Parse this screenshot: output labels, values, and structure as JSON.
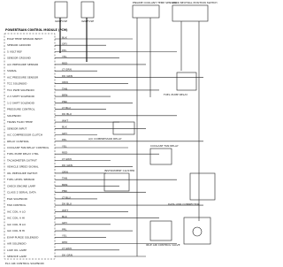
{
  "diagram": {
    "fuse_labels": [
      "IGN FUSE",
      "IGN FUSE"
    ],
    "top_right_labels": [
      "ENGINE COOLANT TEMP SENSOR",
      "PARK NEUTRAL POSITION SWITCH"
    ],
    "pcm_title": "POWERTRAIN CONTROL MODULE (PCM)",
    "left_labels": [
      "EVAP TEMP SENSOR INPUT",
      "SENSOR GROUND",
      "5 VOLT REF",
      "SENSOR GROUND",
      "A/C PRESSURE SENSOR",
      "SIGNAL",
      "A/C PRESSURE SENSOR",
      "TCC SOLENOID",
      "TCC PWM SOLENOID",
      "2-3 SHIFT SOLENOID",
      "1-2 SHIFT SOLENOID",
      "PRESSURE CONTROL",
      "SOLENOID",
      "TRANS FLUID TEMP",
      "SENSOR INPUT",
      "A/C COMPRESSOR CLUTCH",
      "RELAY CONTROL",
      "COOLANT FAN RELAY CONTROL",
      "FUEL PUMP RELAY CTRL",
      "TACHOMETER OUTPUT",
      "VEHICLE SPEED SIGNAL",
      "OIL PRESSURE SWITCH",
      "FUEL LEVEL SENSOR",
      "CHECK ENGINE LAMP",
      "CLASS 2 SERIAL DATA",
      "EGR SOLENOID",
      "FAN CONTROL",
      "IAC COIL A LO",
      "IAC COIL A HI",
      "IAC COIL B LO",
      "IAC COIL B HI",
      "EVAP PURGE SOLENOID",
      "AIR SOLENOID",
      "LOW OIL LAMP",
      "SERVICE LAMP"
    ],
    "right_labels": [
      "FUEL PUMP RELAY",
      "A/C COMPRESSOR RELAY",
      "COOLANT FAN RELAY",
      "INSTRUMENT CLUSTER",
      "DATA LINK CONNECTOR",
      "IDLE AIR CONTROL VALVE"
    ],
    "bottom_label": "ELC AIR CONTROL SOLENOID",
    "wire_colors": [
      "BLK",
      "GRY",
      "PPL",
      "YEL",
      "RED",
      "LT GRN",
      "DK GRN",
      "ORN",
      "TAN",
      "BRN",
      "PNK",
      "LT BLU",
      "DK BLU",
      "WHT"
    ]
  }
}
